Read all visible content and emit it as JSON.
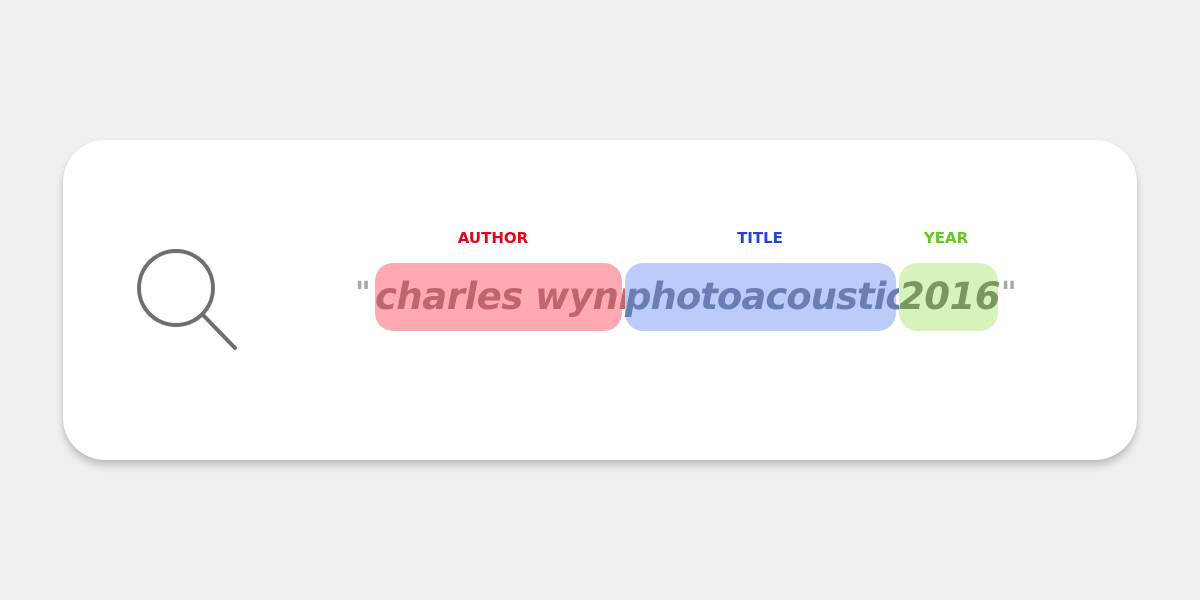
{
  "colors": {
    "page_background": "#f0f0f0",
    "card_background": "#ffffff",
    "author_label": "#e8001a",
    "title_label": "#1f44d6",
    "year_label": "#64c81e",
    "author_chip": "#ffaab2",
    "title_chip": "#bccbfa",
    "year_chip": "#d7f2bd",
    "icon": "#6e6e6e"
  },
  "search": {
    "icon": "search-icon",
    "quote_open": "\"",
    "quote_close": "\""
  },
  "fields": {
    "author": {
      "label": "AUTHOR",
      "value": "charles wynn"
    },
    "title": {
      "label": "TITLE",
      "value": "photoacoustic"
    },
    "year": {
      "label": "YEAR",
      "value": "2016"
    }
  }
}
